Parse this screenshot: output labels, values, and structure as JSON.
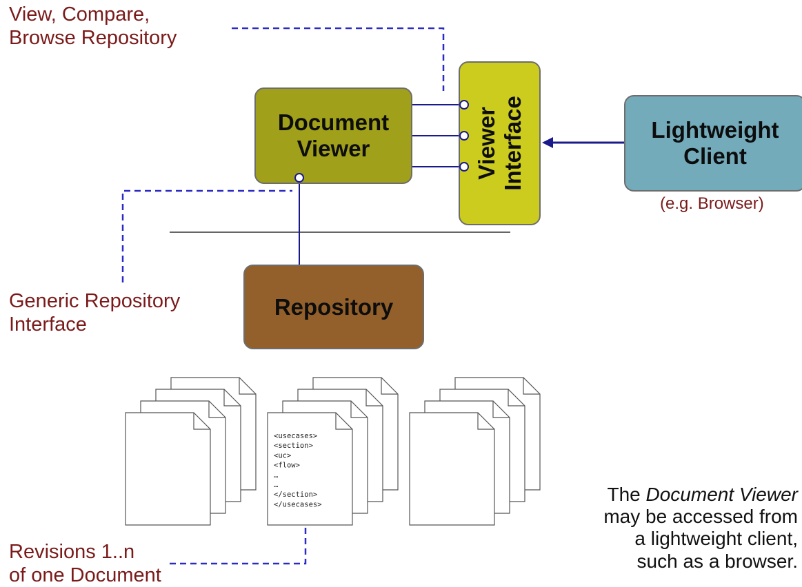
{
  "annotations": {
    "view_compare": [
      "View, Compare,",
      "Browse Repository"
    ],
    "generic_repo_interface": [
      "Generic Repository",
      "Interface"
    ],
    "revisions": [
      "Revisions 1..n",
      "of one Document"
    ],
    "browser_example": "(e.g. Browser)"
  },
  "boxes": {
    "document_viewer": [
      "Document",
      "Viewer"
    ],
    "viewer_interface": [
      "Viewer",
      "Interface"
    ],
    "lightweight_client": [
      "Lightweight",
      "Client"
    ],
    "repository": "Repository"
  },
  "document_code": [
    "<usecases>",
    "  <section>",
    "    <uc>",
    "      <flow>",
    "        …",
    "      …",
    "  </section>",
    "</usecases>"
  ],
  "note": {
    "line1_prefix": "The ",
    "line1_emphasis": "Document Viewer",
    "line2": "may be accessed from",
    "line3": "a lightweight client,",
    "line4": "such as a browser."
  },
  "colors": {
    "document_viewer": "#a0a01a",
    "viewer_interface": "#cccc1e",
    "lightweight_client": "#74abbb",
    "repository": "#93602b",
    "connector": "#1a1a8c",
    "annotation": "#7a1a1a"
  }
}
